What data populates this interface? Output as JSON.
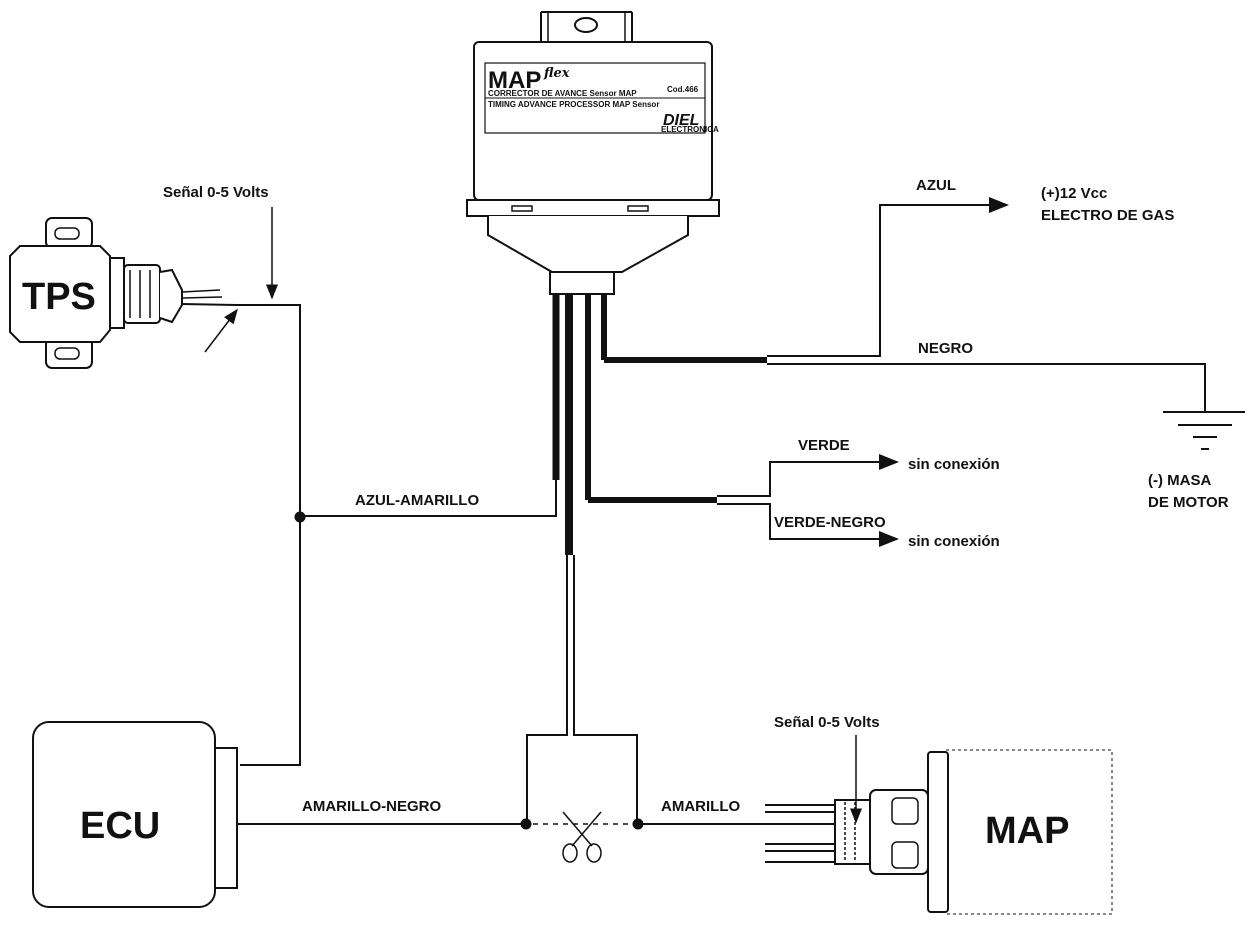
{
  "labels": {
    "tps_signal": "Señal 0-5 Volts",
    "map_signal": "Señal 0-5 Volts",
    "azul": "AZUL",
    "vcc_line1": "(+)12 Vcc",
    "vcc_line2": "ELECTRO DE GAS",
    "negro": "NEGRO",
    "masa_line1": "(-) MASA",
    "masa_line2": "DE MOTOR",
    "verde": "VERDE",
    "verde_negro": "VERDE-NEGRO",
    "sin_conexion_1": "sin conexión",
    "sin_conexion_2": "sin conexión",
    "azul_amarillo": "AZUL-AMARILLO",
    "amarillo_negro": "AMARILLO-NEGRO",
    "amarillo": "AMARILLO"
  },
  "components": {
    "tps": "TPS",
    "ecu": "ECU",
    "map": "MAP"
  },
  "module": {
    "brand": "MAP",
    "brand_suffix": "flex",
    "line1": "CORRECTOR DE AVANCE Sensor MAP",
    "code": "Cod.466",
    "line2": "TIMING ADVANCE PROCESSOR MAP Sensor",
    "maker": "DIEL",
    "maker_sub": "ELECTRONICA"
  },
  "icons": [
    "scissors-icon",
    "ground-symbol-icon",
    "arrow-icon"
  ]
}
